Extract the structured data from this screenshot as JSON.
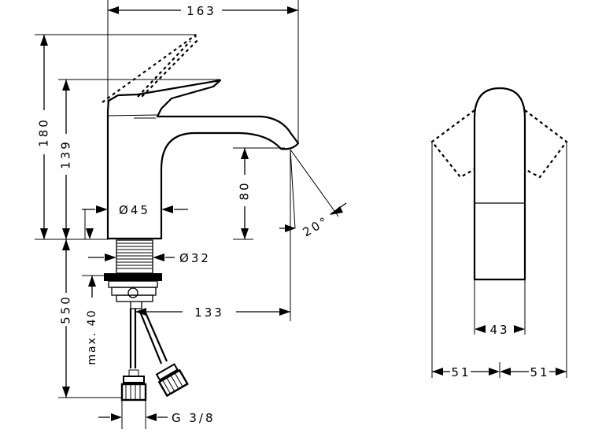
{
  "dimensions": {
    "spout_reach": "163",
    "total_height": "180",
    "spout_top_height": "139",
    "spout_outlet_height": "80",
    "body_diameter": "Ø45",
    "thread_diameter": "Ø32",
    "connection_length": "550",
    "max_thickness": "max. 40",
    "outlet_to_center": "133",
    "spout_angle": "20°",
    "thread_size": "G 3/8",
    "handle_width": "43",
    "handle_swing_left": "51",
    "handle_swing_right": "51"
  }
}
